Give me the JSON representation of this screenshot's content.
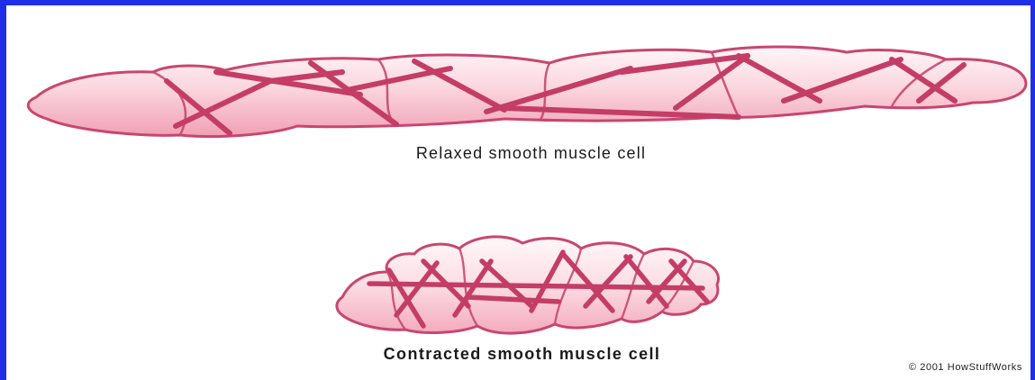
{
  "diagram": {
    "relaxed_label": "Relaxed smooth muscle cell",
    "contracted_label": "Contracted smooth muscle cell",
    "credit": "© 2001 HowStuffWorks"
  },
  "colors": {
    "frame_border": "#1f2fe8",
    "cell_outline": "#c9466e",
    "cell_fill_light": "#fdeef2",
    "cell_fill_dark": "#f2a3b5",
    "filament": "#c43d66"
  }
}
